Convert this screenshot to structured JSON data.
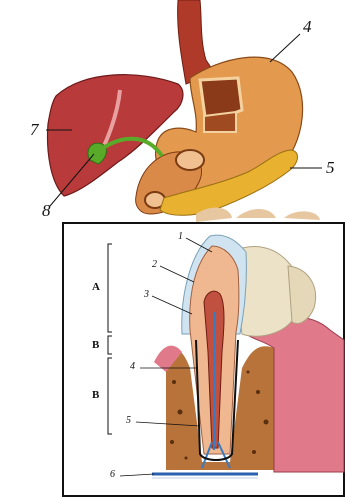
{
  "top_labels": {
    "n4": "4",
    "n5": "5",
    "n7": "7",
    "n8": "8"
  },
  "bottom_labels": {
    "n1": "1",
    "n2": "2",
    "n3": "3",
    "n4": "4",
    "n5": "5",
    "n6": "6"
  },
  "brackets": {
    "a": "A",
    "b": "B",
    "c": "B"
  },
  "colors": {
    "liver": "#b83a3a",
    "stomach": "#e39a4e",
    "esophagus": "#b03a2a",
    "pancreas": "#e8b230",
    "gallbladder": "#5aaa2a",
    "gum": "#e07a8a",
    "bone": "#b7733a",
    "enamel": "#cfe4f0",
    "dentin": "#f0b890",
    "pulp": "#c05040",
    "frame": "#111111"
  },
  "icons": [
    "liver-illustration",
    "stomach-illustration",
    "esophagus-illustration",
    "pancreas-illustration",
    "tooth-cross-section"
  ]
}
